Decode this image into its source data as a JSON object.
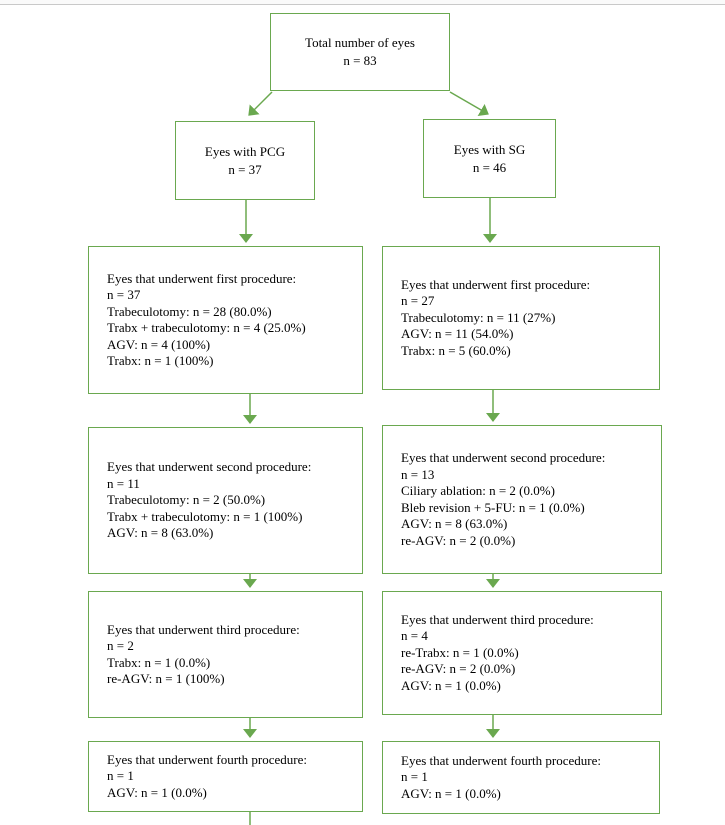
{
  "colors": {
    "flow_green": "#6aa84f",
    "text": "#000000",
    "page_edge_gray": "#c9c9c9",
    "background": "#ffffff"
  },
  "flowchart": {
    "root": {
      "line1": "Total number of eyes",
      "line2": "n = 83"
    },
    "pcg": {
      "line1": "Eyes with PCG",
      "line2": "n = 37"
    },
    "sg": {
      "line1": "Eyes with SG",
      "line2": "n = 46"
    },
    "pcg_steps": [
      {
        "title": "Eyes that underwent first procedure:",
        "lines": [
          "n = 37",
          "Trabeculotomy: n = 28 (80.0%)",
          "Trabx + trabeculotomy: n = 4 (25.0%)",
          "AGV: n = 4 (100%)",
          "Trabx: n = 1 (100%)"
        ]
      },
      {
        "title": "Eyes that underwent second procedure:",
        "lines": [
          "n = 11",
          "Trabeculotomy: n = 2 (50.0%)",
          "Trabx + trabeculotomy: n = 1 (100%)",
          "AGV: n = 8 (63.0%)"
        ]
      },
      {
        "title": "Eyes that underwent third procedure:",
        "lines": [
          "n = 2",
          "Trabx: n = 1 (0.0%)",
          "re-AGV: n = 1 (100%)"
        ]
      },
      {
        "title": "Eyes that underwent fourth procedure:",
        "lines": [
          "n = 1",
          "AGV: n = 1 (0.0%)"
        ]
      }
    ],
    "sg_steps": [
      {
        "title": "Eyes that underwent first procedure:",
        "lines": [
          "n = 27",
          "Trabeculotomy: n = 11 (27%)",
          "AGV: n = 11 (54.0%)",
          "Trabx: n = 5 (60.0%)"
        ]
      },
      {
        "title": "Eyes that underwent second procedure:",
        "lines": [
          "n = 13",
          "Ciliary ablation: n = 2 (0.0%)",
          "Bleb revision + 5-FU: n = 1 (0.0%)",
          "AGV: n = 8 (63.0%)",
          "re-AGV: n = 2 (0.0%)"
        ]
      },
      {
        "title": "Eyes that underwent third procedure:",
        "lines": [
          "n = 4",
          "re-Trabx: n = 1 (0.0%)",
          "re-AGV: n = 2 (0.0%)",
          "AGV: n = 1 (0.0%)"
        ]
      },
      {
        "title": "Eyes that underwent fourth procedure:",
        "lines": [
          "n = 1",
          "AGV: n = 1 (0.0%)"
        ]
      }
    ]
  }
}
